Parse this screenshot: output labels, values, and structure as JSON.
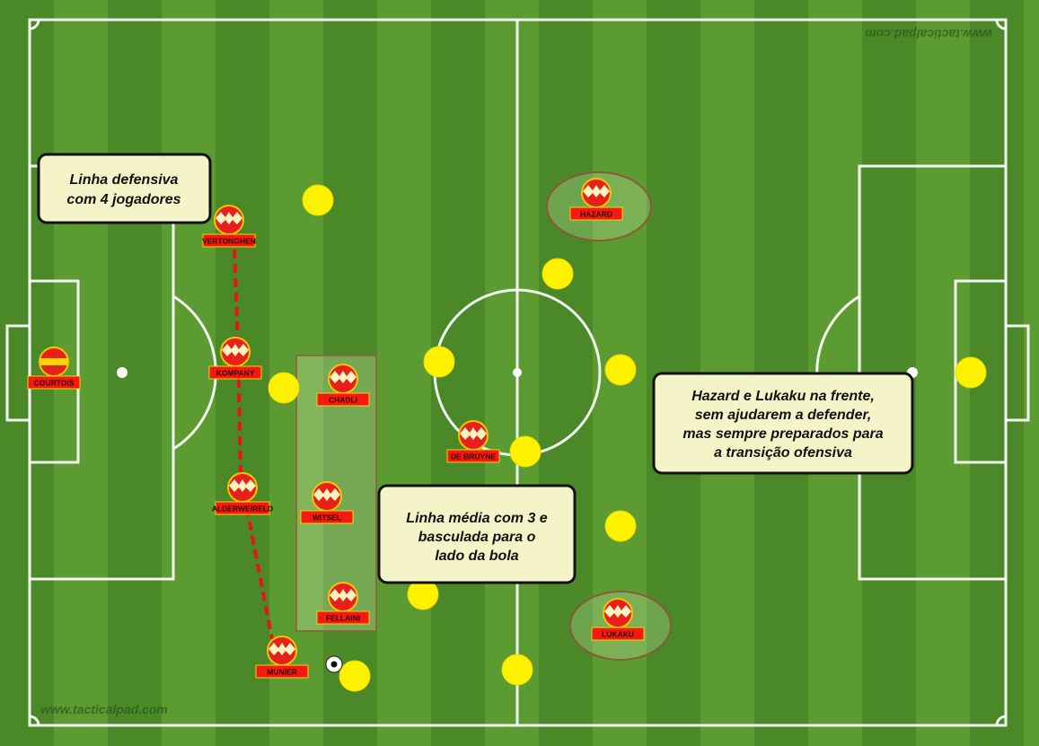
{
  "watermark": "www.tacticalpad.com",
  "colors": {
    "team": "#f21a12",
    "opponent": "#fff200",
    "pitch": "#4f8f2c"
  },
  "players": [
    {
      "name": "COURTOIS",
      "role": "goalkeeper"
    },
    {
      "name": "VERTONGHEN"
    },
    {
      "name": "KOMPANY"
    },
    {
      "name": "ALDERWEIRELD"
    },
    {
      "name": "MUNIER"
    },
    {
      "name": "CHADLI"
    },
    {
      "name": "WITSEL"
    },
    {
      "name": "FELLAINI"
    },
    {
      "name": "DE BRUYNE"
    },
    {
      "name": "HAZARD"
    },
    {
      "name": "LUKAKU"
    }
  ],
  "notes": {
    "defensive": [
      "Linha defensiva",
      "com 4 jogadores"
    ],
    "midfield": [
      "Linha média com 3 e",
      "basculada para o",
      "lado da bola"
    ],
    "attack": [
      "Hazard e Lukaku na frente,",
      "sem ajudarem a defender,",
      "mas sempre preparados para",
      "a transição ofensiva"
    ]
  }
}
